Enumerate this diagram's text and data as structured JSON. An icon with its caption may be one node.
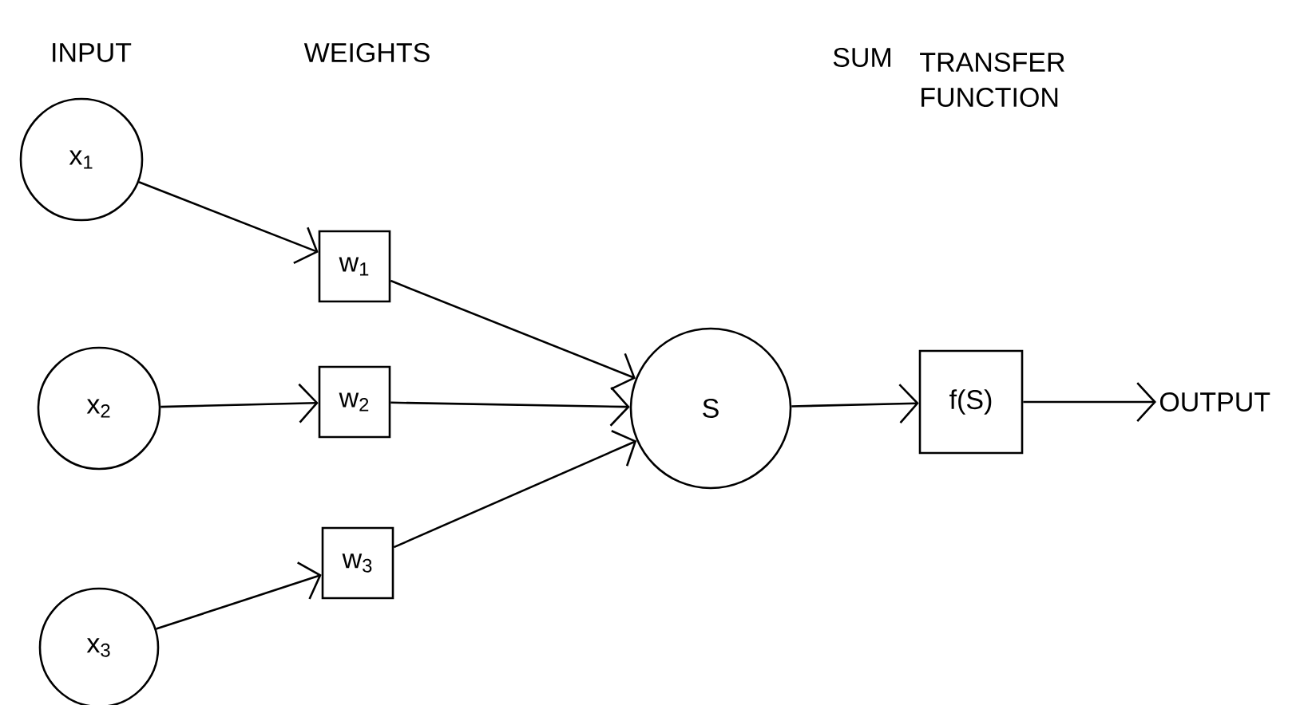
{
  "diagram": {
    "nodes": [
      {
        "text": [
          "x$_{1}$"
        ]
      },
      {
        "text": [
          "x$_{2}$"
        ]
      },
      {
        "text": [
          "x$_{3}$"
        ]
      },
      {
        "text": [
          "w$_{1}$"
        ]
      },
      {
        "text": [
          "w$_{2}$"
        ]
      },
      {
        "text": [
          "w$_{3}$"
        ]
      },
      {
        "text": [
          "S"
        ]
      },
      {
        "text": [
          "f(S)"
        ]
      },
      {
        "text": [
          "OUTPUT"
        ]
      }
    ],
    "edges": [
      {
        "from": 0,
        "to": 3,
        "arrow": "to"
      },
      {
        "from": 1,
        "to": 4,
        "arrow": "to"
      },
      {
        "from": 2,
        "to": 5,
        "arrow": "to"
      },
      {
        "from": 3,
        "to": 6,
        "arrow": "to"
      },
      {
        "from": 4,
        "to": 6,
        "arrow": "to"
      },
      {
        "from": 5,
        "to": 6,
        "arrow": "to"
      },
      {
        "from": 6,
        "to": 7,
        "arrow": "to"
      },
      {
        "from": 7,
        "to": 8,
        "arrow": "to"
      }
    ],
    "labels": [
      "INPUT",
      "WEIGHTS",
      "SUM",
      "TRANSFER FUNCTION"
    ]
  }
}
